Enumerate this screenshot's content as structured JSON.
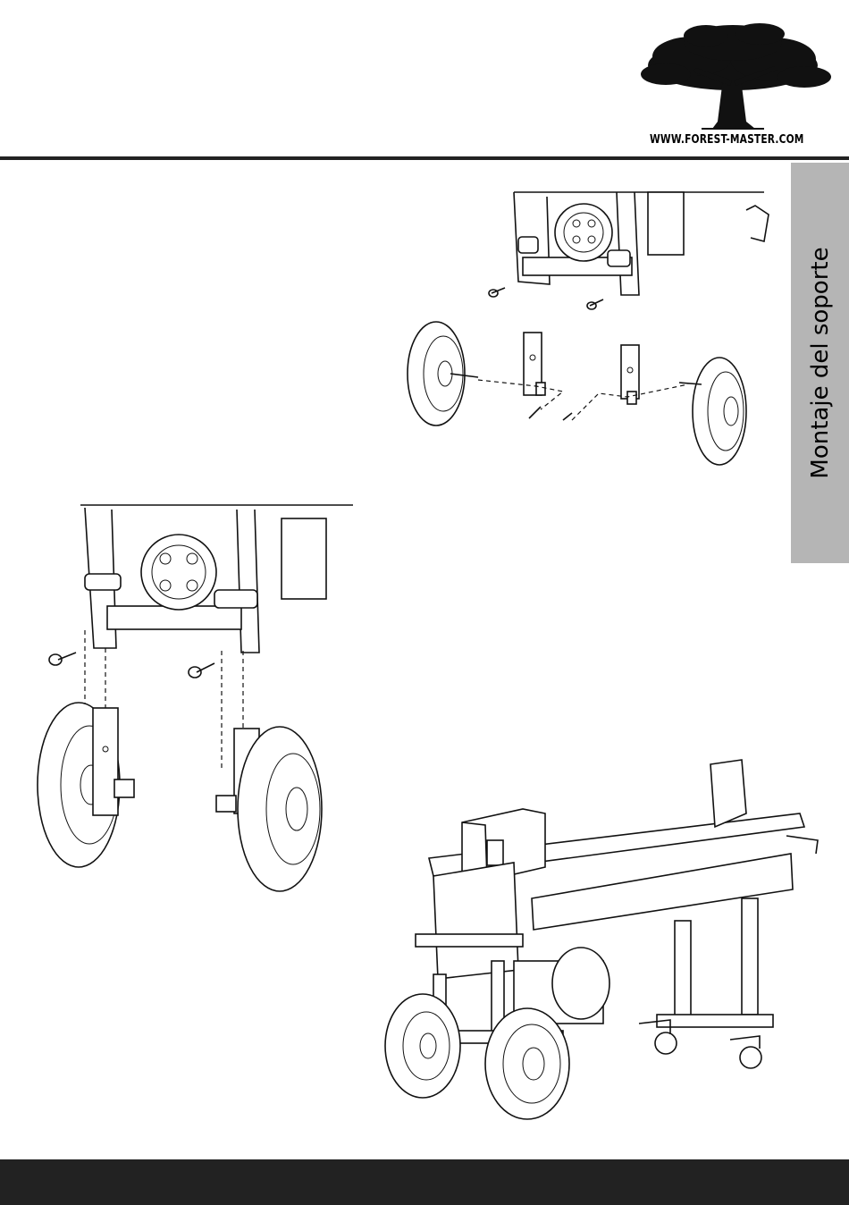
{
  "header": {
    "logo_url": "WWW.FOREST-MASTER.COM",
    "logo_icon": "tree-icon"
  },
  "side_tab": {
    "label": "Montaje del soporte",
    "color": "#b5b5b5"
  },
  "illustrations": [
    "wheel-axle-exploded-diagram",
    "wheel-leg-mounting-diagram",
    "assembled-log-splitter-illustration"
  ],
  "colors": {
    "rule": "#222222",
    "footer": "#222222",
    "ink": "#111111"
  }
}
